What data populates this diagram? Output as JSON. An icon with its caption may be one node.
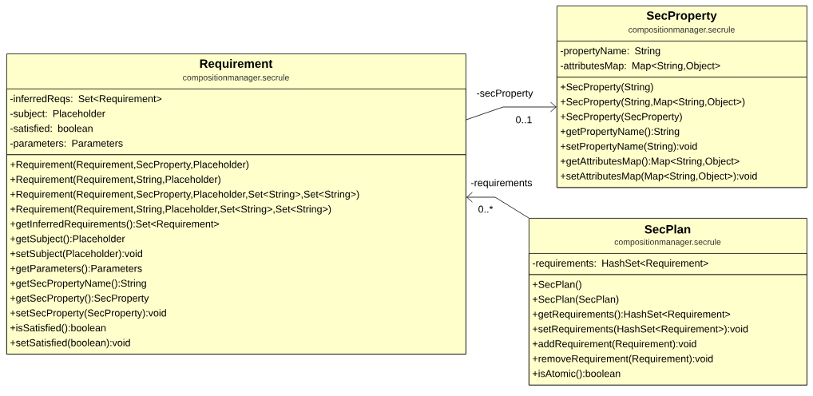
{
  "diagram": {
    "nodes": [
      {
        "text": [
          "Requirement",
          "compositionmanager.secrule"
        ]
      },
      {
        "text": [
          "-inferredReqs: Set<Requirement>",
          "-subject: Placeholder",
          "-satisfied: boolean",
          "-parameters: Parameters"
        ],
        "in": 0
      },
      {
        "text": [
          "+Requirement(Requirement,SecProperty,Placeholder)",
          "+Requirement(Requirement,String,Placeholder)",
          "+Requirement(Requirement,SecProperty,Placeholder,Set<String>,Set<String>)",
          "+Requirement(Requirement,String,Placeholder,Set<String>,Set<String>)",
          "+getInferredRequirements():Set<Requirement>",
          "+getSubject():Placeholder",
          "+setSubject(Placeholder):void",
          "+getParameters():Parameters",
          "+getSecPropertyName():String",
          "+getSecProperty():SecProperty",
          "+setSecProperty(SecProperty):void",
          "+isSatisfied():boolean",
          "+setSatisfied(boolean):void"
        ],
        "in": 0
      },
      {
        "text": [
          "SecProperty",
          "compositionmanager.secrule"
        ]
      },
      {
        "text": [
          "-propertyName: String",
          "-attributesMap: Map<String,Object>"
        ],
        "in": 3
      },
      {
        "text": [
          "+SecProperty(String)",
          "+SecProperty(String,Map<String,Object>)",
          "+SecProperty(SecProperty)",
          "+getPropertyName():String",
          "+setPropertyName(String):void",
          "+getAttributesMap():Map<String,Object>",
          "+setAttributesMap(Map<String,Object>):void"
        ],
        "in": 3
      },
      {
        "text": [
          "SecPlan",
          "compositionmanager.secrule"
        ]
      },
      {
        "text": [
          "-requirements: HashSet<Requirement>"
        ],
        "in": 6
      },
      {
        "text": [
          "+SecPlan()",
          "+SecPlan(SecPlan)",
          "+getRequirements():HashSet<Requirement>",
          "+setRequirements(HashSet<Requirement>):void",
          "+addRequirement(Requirement):void",
          "+removeRequirement(Requirement):void",
          "+isAtomic():boolean"
        ],
        "in": 6
      }
    ],
    "edges": [
      {
        "from": 0,
        "to": 3,
        "arrow": "to",
        "label": "-secProperty"
      },
      {
        "from": 6,
        "to": 0,
        "arrow": "to",
        "label": "-requirements"
      }
    ],
    "labels": [
      "0..1",
      "0..*"
    ]
  }
}
